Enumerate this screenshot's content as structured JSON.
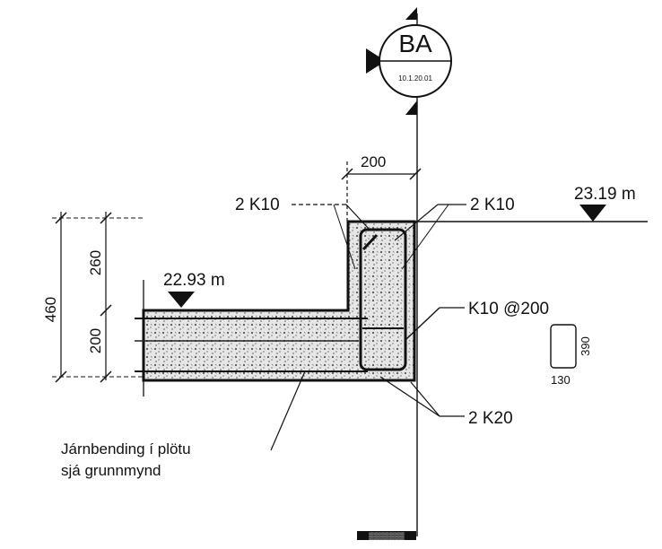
{
  "section_marker": {
    "label": "BA",
    "sublabel": "10.1.20.01"
  },
  "dimensions": {
    "top_width": "200",
    "total_height": "460",
    "upper_height": "260",
    "lower_height": "200"
  },
  "levels": {
    "top": "23.19 m",
    "slab": "22.93 m"
  },
  "rebar_labels": {
    "left_top": "2 K10",
    "right_top": "2 K10",
    "stirrups": "K10 @200",
    "bottom": "2 K20"
  },
  "stirrup_detail": {
    "height": "390",
    "width": "130"
  },
  "note": {
    "line1": "Járnbending í plötu",
    "line2": "sjá grunnmynd"
  },
  "footer_tag": "▒▒▒▒▒▒▒"
}
